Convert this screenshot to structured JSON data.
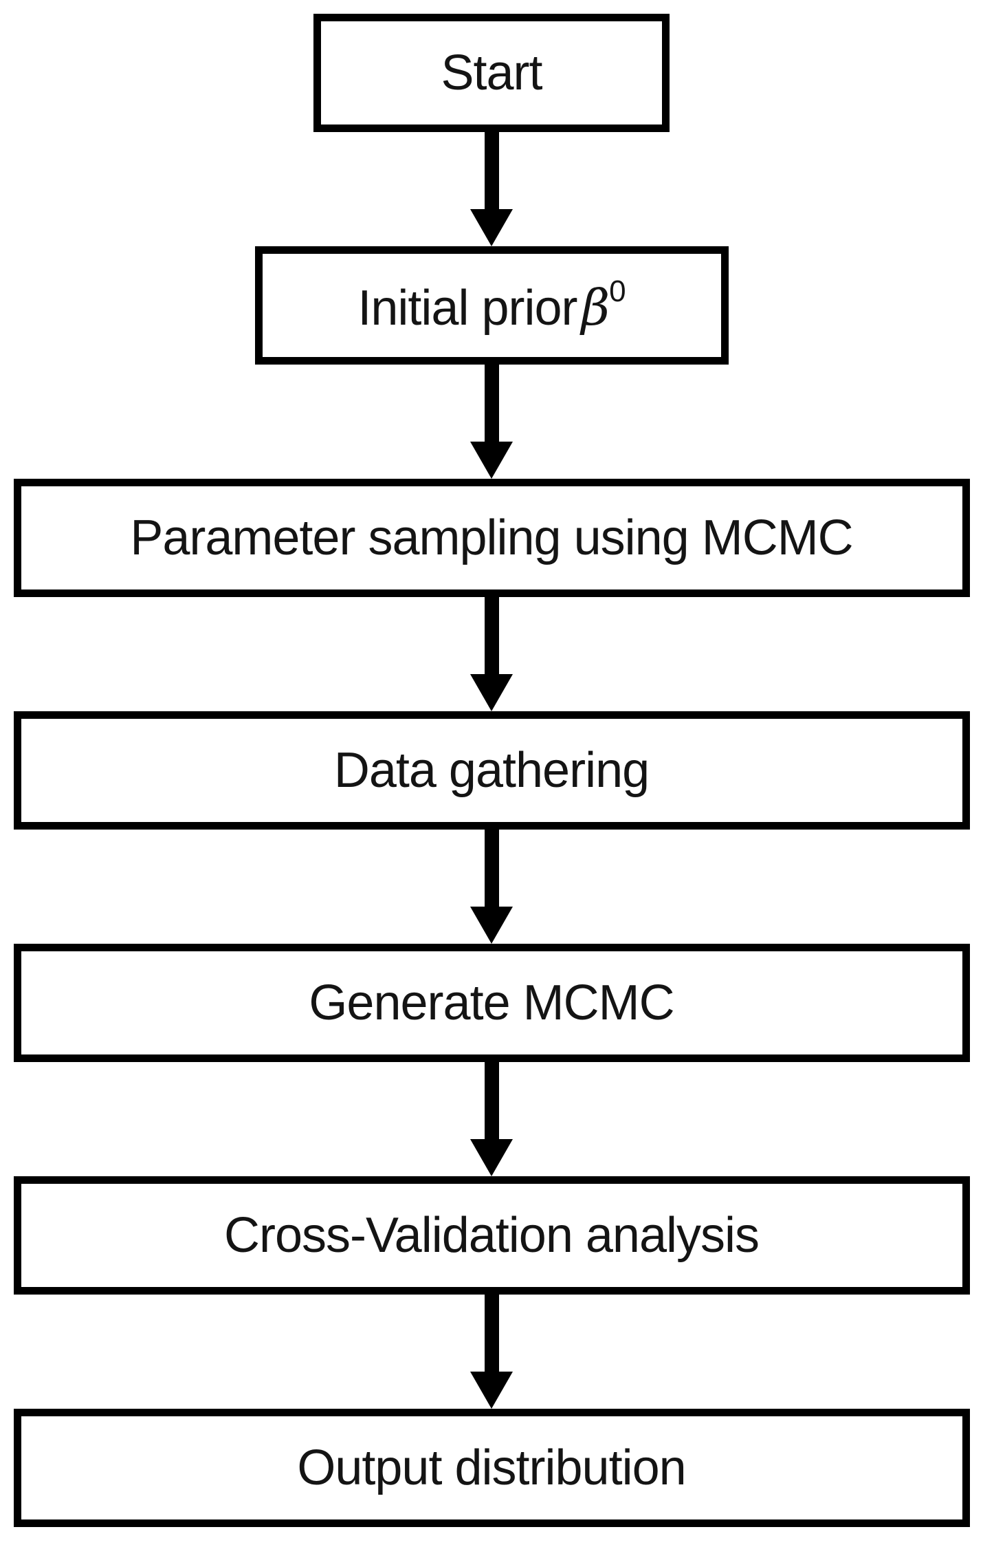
{
  "flowchart": {
    "type": "flowchart",
    "direction": "top-down",
    "colors": {
      "line": "#000000",
      "background": "#ffffff",
      "text": "#141414"
    },
    "nodes": [
      {
        "id": "start",
        "label": "Start"
      },
      {
        "id": "initial-prior",
        "label_prefix": "Initial prior",
        "symbol": "β",
        "superscript": "0"
      },
      {
        "id": "parameter-sampling",
        "label": "Parameter sampling using MCMC"
      },
      {
        "id": "data-gathering",
        "label": "Data gathering"
      },
      {
        "id": "generate-mcmc",
        "label": "Generate MCMC"
      },
      {
        "id": "cross-validation",
        "label": "Cross-Validation analysis"
      },
      {
        "id": "output-distribution",
        "label": "Output distribution"
      }
    ],
    "edges": [
      {
        "from": "start",
        "to": "initial-prior"
      },
      {
        "from": "initial-prior",
        "to": "parameter-sampling"
      },
      {
        "from": "parameter-sampling",
        "to": "data-gathering"
      },
      {
        "from": "data-gathering",
        "to": "generate-mcmc"
      },
      {
        "from": "generate-mcmc",
        "to": "cross-validation"
      },
      {
        "from": "cross-validation",
        "to": "output-distribution"
      }
    ]
  }
}
